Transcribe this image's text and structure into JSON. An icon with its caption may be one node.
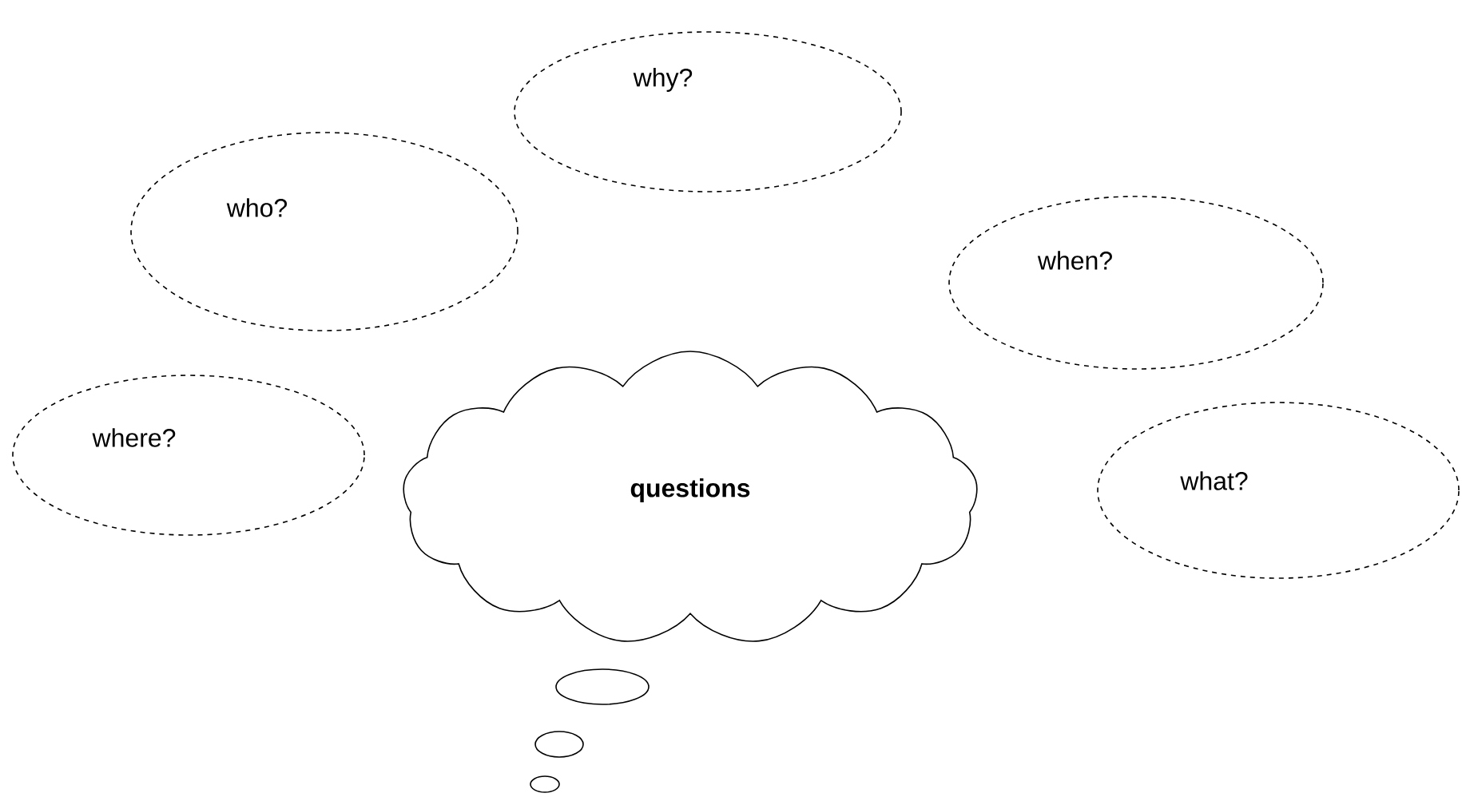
{
  "diagram": {
    "nodes": [
      {
        "text": [
          "why?"
        ]
      },
      {
        "text": [
          "who?"
        ]
      },
      {
        "text": [
          "when?"
        ]
      },
      {
        "text": [
          "where?"
        ]
      },
      {
        "text": [
          "what?"
        ]
      },
      {
        "text": [
          "questions"
        ]
      }
    ]
  }
}
